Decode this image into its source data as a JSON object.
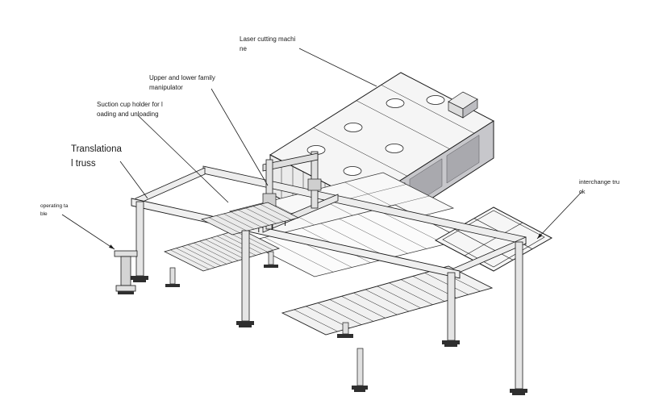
{
  "labels": {
    "laser_cutting_machine": {
      "line1": "Laser cutting machi",
      "line2": "ne"
    },
    "upper_lower_manipulator": {
      "line1": "Upper and lower family",
      "line2": "manipulator"
    },
    "suction_cup_holder": {
      "line1": "Suction cup holder for l",
      "line2": "oading and unloading"
    },
    "translational_truss": {
      "line1": "Translationa",
      "line2": "l truss"
    },
    "operating_table": {
      "line1": "operating ta",
      "line2": "ble"
    },
    "interchange_truck": {
      "line1": "interchange tru",
      "line2": "ck"
    }
  },
  "colors": {
    "line": "#1a1a1a",
    "machine_top": "#f5f5f5",
    "machine_side": "#c7c7cb",
    "machine_panel": "#a9a9ae",
    "background": "#ffffff"
  }
}
